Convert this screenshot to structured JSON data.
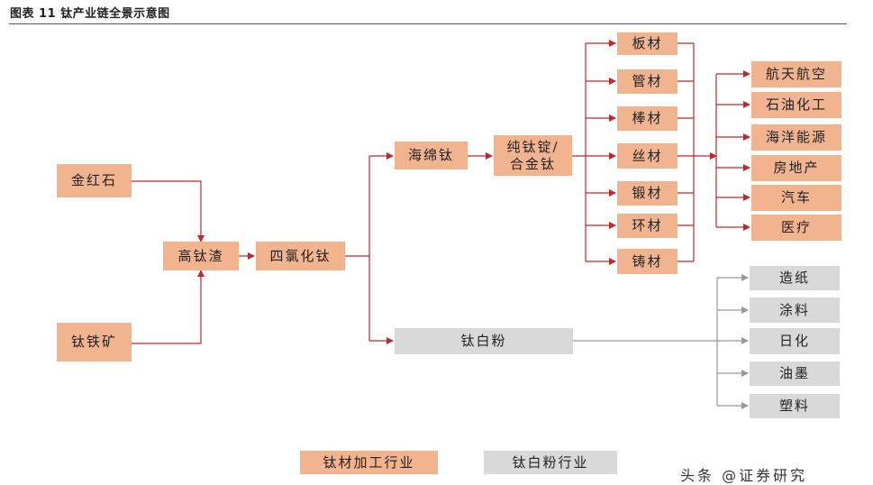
{
  "title": "图表 11 钛产业链全景示意图",
  "colors": {
    "titanium_processing": "#f2b48e",
    "titanium_white": "#d9d9d9",
    "arrow_red": "#c0282c",
    "arrow_gray": "#9a9a9a"
  },
  "raw_materials": [
    "金红石",
    "钛铁矿"
  ],
  "intermediates": {
    "high_ti_slag": "高钛渣",
    "ticl4": "四氯化钛",
    "sponge": "海绵钛",
    "ingot": "纯钛锭/\n合金钛"
  },
  "products": [
    "板材",
    "管材",
    "棒材",
    "丝材",
    "锻材",
    "环材",
    "铸材"
  ],
  "applications": [
    "航天航空",
    "石油化工",
    "海洋能源",
    "房地产",
    "汽车",
    "医疗"
  ],
  "tio2": "钛白粉",
  "tio2_applications": [
    "造纸",
    "涂料",
    "日化",
    "油墨",
    "塑料"
  ],
  "legend": {
    "orange": "钛材加工行业",
    "gray": "钛白粉行业"
  },
  "watermark": "头条 @证券研究"
}
